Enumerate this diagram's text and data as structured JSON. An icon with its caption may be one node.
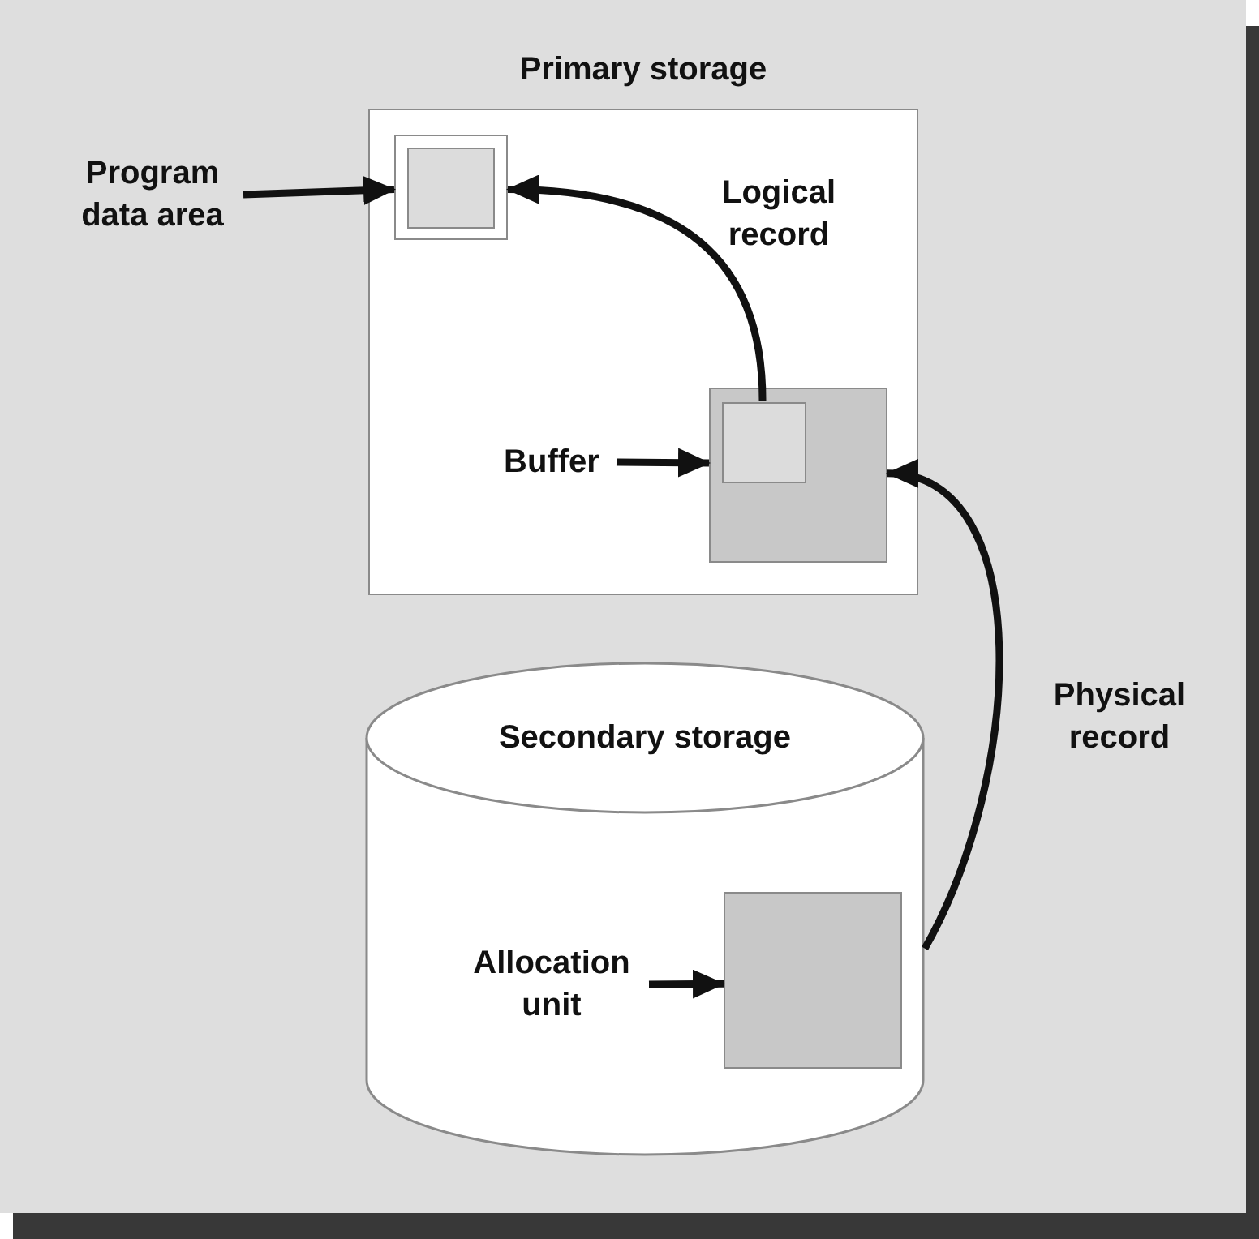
{
  "diagram": {
    "nodes": [
      {
        "text": [
          "Primary storage"
        ]
      },
      {
        "text": [],
        "shape": "box",
        "in": 0
      },
      {
        "text": [],
        "shape": "box",
        "in": 1
      },
      {
        "text": [],
        "shape": "box",
        "in": 0
      },
      {
        "text": [],
        "shape": "box",
        "in": 3
      },
      {
        "text": [
          "Program data area"
        ]
      },
      {
        "text": [
          "Buffer"
        ],
        "in": 0
      },
      {
        "text": [
          "Secondary storage"
        ]
      },
      {
        "text": [
          "Allocation unit"
        ],
        "in": 7
      },
      {
        "text": [],
        "shape": "box",
        "in": 7
      }
    ],
    "edges": [
      {
        "from": 5,
        "to": 1,
        "arrow": "to"
      },
      {
        "from": 4,
        "to": 1,
        "arrow": "to",
        "label": "Logical record"
      },
      {
        "from": 6,
        "to": 3,
        "arrow": "to"
      },
      {
        "from": 7,
        "to": 3,
        "arrow": "to",
        "label": "Physical record"
      },
      {
        "from": 8,
        "to": 9,
        "arrow": "to"
      }
    ]
  }
}
